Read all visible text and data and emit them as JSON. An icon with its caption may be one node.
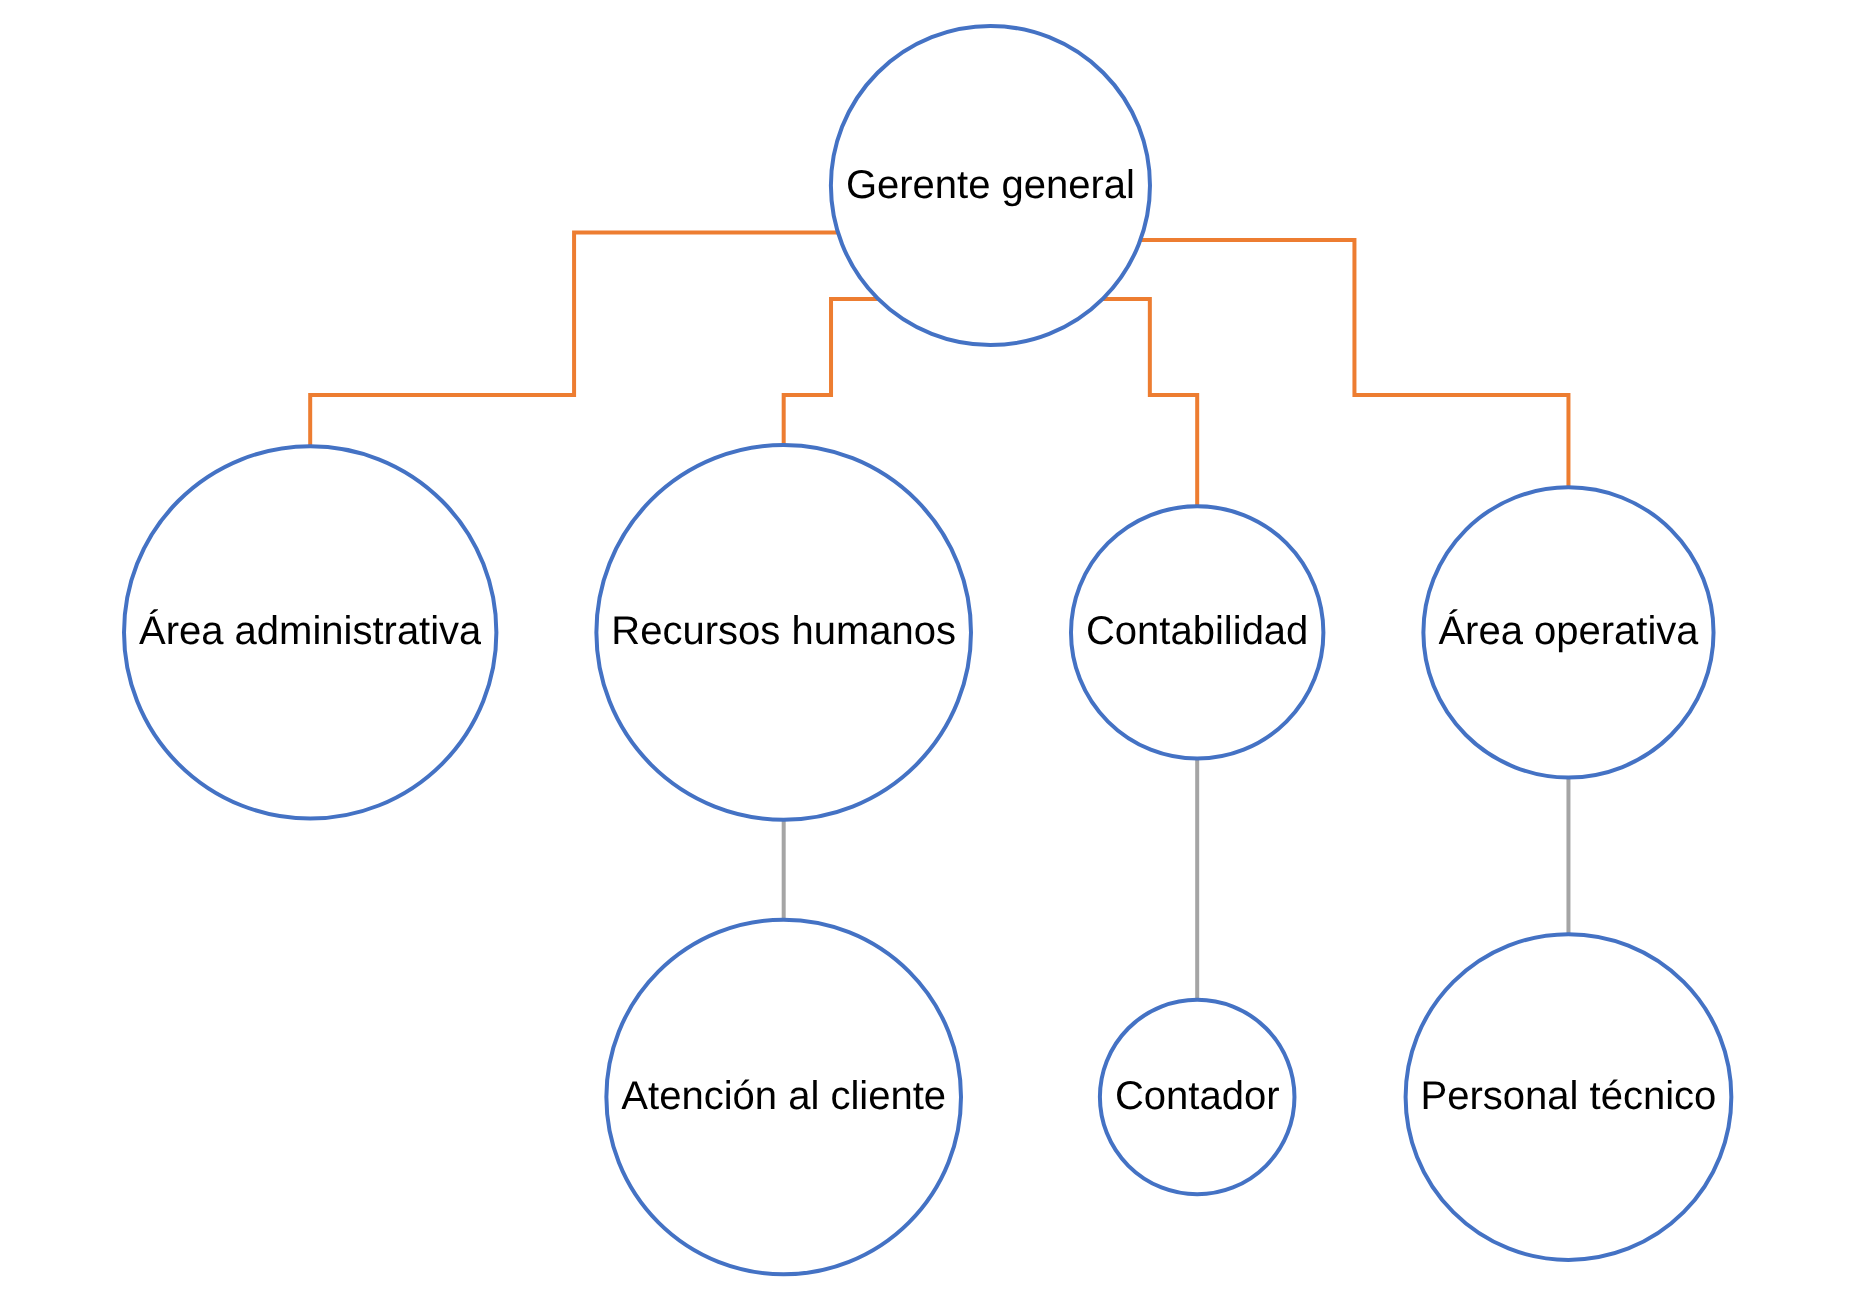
{
  "diagram": {
    "nodes": [
      {
        "text": [
          "Gerente general"
        ]
      },
      {
        "text": [
          "Área administrativa"
        ]
      },
      {
        "text": [
          "Recursos humanos"
        ]
      },
      {
        "text": [
          "Contabilidad"
        ]
      },
      {
        "text": [
          "Área operativa"
        ]
      },
      {
        "text": [
          "Atención al cliente"
        ]
      },
      {
        "text": [
          "Contador"
        ]
      },
      {
        "text": [
          "Personal técnico"
        ]
      }
    ],
    "edges": [
      {
        "from": 0,
        "to": 1,
        "arrow": "none"
      },
      {
        "from": 0,
        "to": 2,
        "arrow": "none"
      },
      {
        "from": 0,
        "to": 3,
        "arrow": "none"
      },
      {
        "from": 0,
        "to": 4,
        "arrow": "none"
      },
      {
        "from": 2,
        "to": 5,
        "arrow": "none",
        "color": "#a5a5a5"
      },
      {
        "from": 3,
        "to": 6,
        "arrow": "none",
        "color": "#a5a5a5"
      },
      {
        "from": 4,
        "to": 7,
        "arrow": "none",
        "color": "#a5a5a5"
      }
    ]
  }
}
